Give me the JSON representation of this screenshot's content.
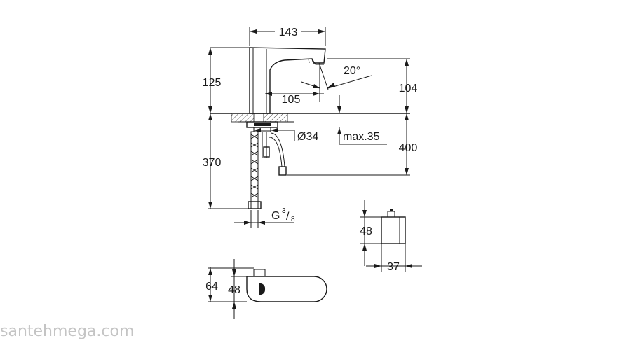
{
  "dimensions": {
    "top_width": "143",
    "body_height": "125",
    "spout_reach": "105",
    "spout_angle": "20°",
    "spout_height": "104",
    "hole_diameter": "Ø34",
    "deck_thickness": "max.35",
    "cable_length": "400",
    "hose_length": "370",
    "thread_prefix": "G",
    "thread_num": "3",
    "thread_den": "8",
    "box_height": "48",
    "box_width": "37",
    "plan_depth_outer": "64",
    "plan_depth_inner": "48"
  },
  "watermark": "santehmega.com",
  "colors": {
    "line": "#1a1a1a",
    "watermark": "#c4c4c4",
    "background": "#ffffff"
  }
}
